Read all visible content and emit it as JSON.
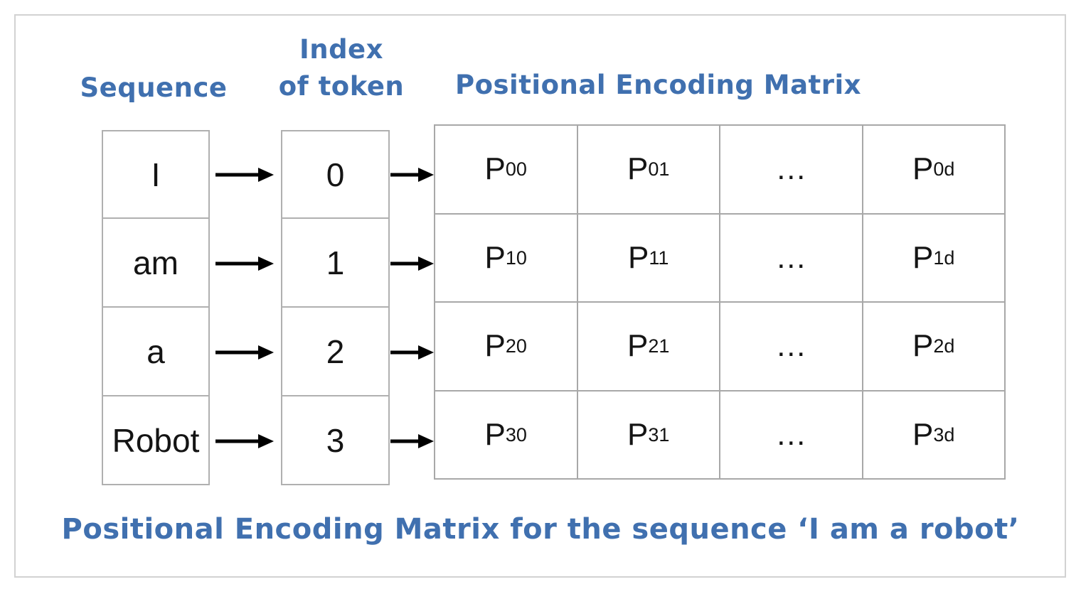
{
  "diagram": {
    "headings": {
      "sequence": "Sequence",
      "index_of_token_line1": "Index",
      "index_of_token_line2": "of token",
      "matrix": "Positional Encoding Matrix"
    },
    "sequence_tokens": [
      "I",
      "am",
      "a",
      "Robot"
    ],
    "token_indices": [
      "0",
      "1",
      "2",
      "3"
    ],
    "matrix": {
      "rows": [
        [
          {
            "base": "P",
            "sub": "00"
          },
          {
            "base": "P",
            "sub": "01"
          },
          {
            "base": "…",
            "sub": ""
          },
          {
            "base": "P",
            "sub": "0d"
          }
        ],
        [
          {
            "base": "P",
            "sub": "10"
          },
          {
            "base": "P",
            "sub": "11"
          },
          {
            "base": "…",
            "sub": ""
          },
          {
            "base": "P",
            "sub": "1d"
          }
        ],
        [
          {
            "base": "P",
            "sub": "20"
          },
          {
            "base": "P",
            "sub": "21"
          },
          {
            "base": "…",
            "sub": ""
          },
          {
            "base": "P",
            "sub": "2d"
          }
        ],
        [
          {
            "base": "P",
            "sub": "30"
          },
          {
            "base": "P",
            "sub": "31"
          },
          {
            "base": "…",
            "sub": ""
          },
          {
            "base": "P",
            "sub": "3d"
          }
        ]
      ]
    },
    "caption": "Positional Encoding Matrix for the sequence ‘I am a robot’",
    "colors": {
      "heading_blue": "#4070af",
      "box_border": "#b0b0b0",
      "matrix_border": "#a8a8a8",
      "frame_border": "#d2d2d2",
      "cell_text": "#141414",
      "arrow": "#000000",
      "background": "#ffffff"
    }
  }
}
